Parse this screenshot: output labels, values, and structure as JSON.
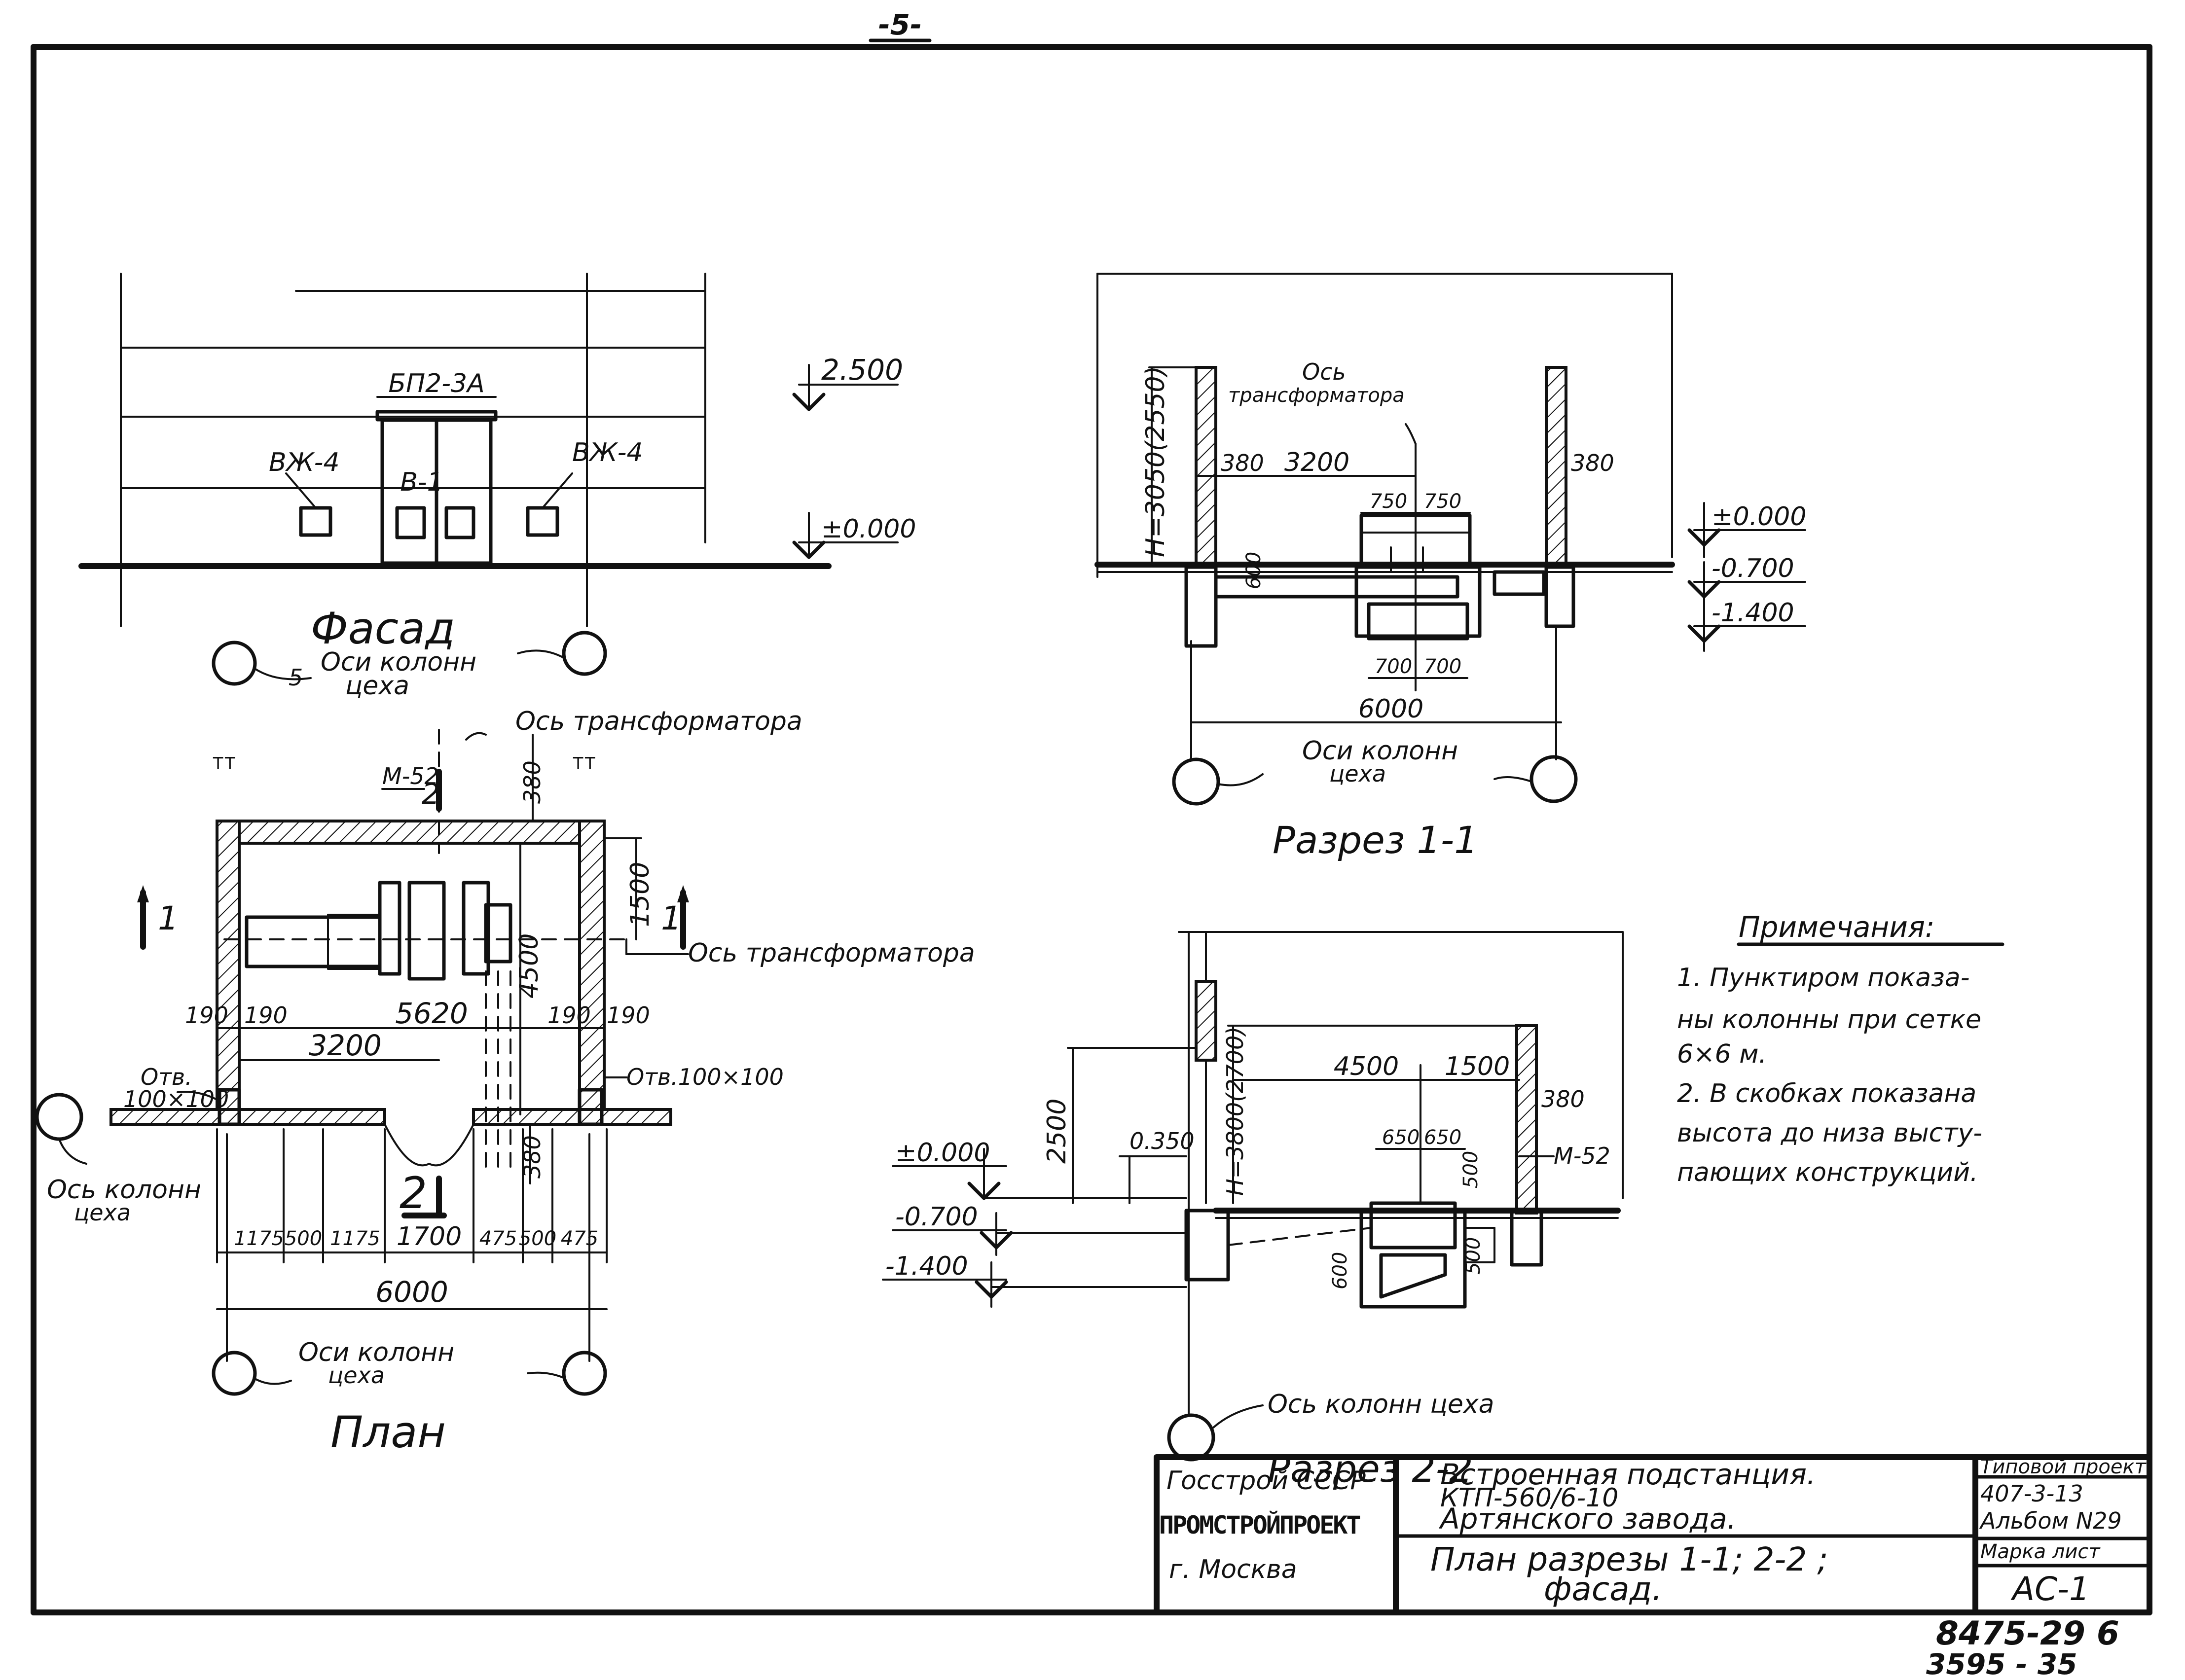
{
  "page_number": "-5-",
  "facade": {
    "title": "Фасад",
    "door_type": "БП2-3А",
    "door_mark": "В-1",
    "vent_left": "ВЖ-4",
    "vent_right": "ВЖ-4",
    "level_top": "2.500",
    "level_zero": "±0.000",
    "axes_label_1": "Оси колонн",
    "axes_label_2": "цеха",
    "axis_ref": "5"
  },
  "plan": {
    "title": "План",
    "transformer_axis_top": "Ось трансформатора",
    "transformer_axis_right": "Ось трансформатора",
    "mark_m52": "М-52",
    "section_1_left": "1",
    "section_1_right": "1",
    "section_2_top": "2",
    "section_2_bottom": "2",
    "opening_left_1": "Отв.",
    "opening_left_2": "100×100",
    "opening_right": "Отв.100×100",
    "dims": {
      "d380": "380",
      "d1500": "1500",
      "d4500": "4500",
      "d5620": "5620",
      "d3200": "3200",
      "d190a": "190",
      "d190b": "190",
      "d190c": "190",
      "d190d": "190",
      "d380b": "380",
      "bottom": [
        "1175",
        "500",
        "1175",
        "1700",
        "475",
        "500",
        "475"
      ],
      "total": "6000"
    },
    "left_axis_label_1": "Ось колонн",
    "left_axis_label_2": "цеха",
    "axes_label_1": "Оси колонн",
    "axes_label_2": "цеха"
  },
  "section_1": {
    "title": "Разрез 1-1",
    "height": "Н=3050(2550)",
    "transformer_axis_1": "Ось",
    "transformer_axis_2": "трансформатора",
    "d380_left": "380",
    "d3200": "3200",
    "d380_right": "380",
    "d750a": "750",
    "d750b": "750",
    "d600": "600",
    "d700a": "700",
    "d700b": "700",
    "total": "6000",
    "level_zero": "±0.000",
    "level_070": "-0.700",
    "level_140": "-1.400",
    "axes_label_1": "Оси колонн",
    "axes_label_2": "цеха"
  },
  "section_2": {
    "title": "Разрез 2-2",
    "height": "Н=3800(2700)",
    "d2500": "2500",
    "d0350": "0.350",
    "d4500": "4500",
    "d1500": "1500",
    "d380": "380",
    "d650a": "650",
    "d650b": "650",
    "d500a": "500",
    "d500b": "500",
    "d600": "600",
    "mark_m52": "М-52",
    "level_zero": "±0.000",
    "level_070": "-0.700",
    "level_140": "-1.400",
    "axis_label": "Ось колонн цеха"
  },
  "notes": {
    "title": "Примечания:",
    "lines": [
      "1. Пунктиром показа-",
      "ны колонны при сетке",
      "6×6 м.",
      "2. В скобках показана",
      "высота до низа высту-",
      "пающих конструкций."
    ]
  },
  "title_block": {
    "org_1": "Госстрой СССР",
    "org_2": "ПРОМСТРОЙПРОЕКТ",
    "org_3": "г. Москва",
    "name_1": "Встроенная подстанция.",
    "name_2": "КТП-560/6-10",
    "name_3": "Артянского завода.",
    "sheet_name_1": "План разрезы 1-1; 2-2 ;",
    "sheet_name_2": "фасад.",
    "typical_project": "Типовой проект",
    "project_no": "407-3-13",
    "album": "Альбом N29",
    "mark_sheet": "Марка лист",
    "sheet_code": "АС-1"
  },
  "stamp": {
    "line_1": "8475-29 6",
    "line_2": "3595 - 35"
  }
}
